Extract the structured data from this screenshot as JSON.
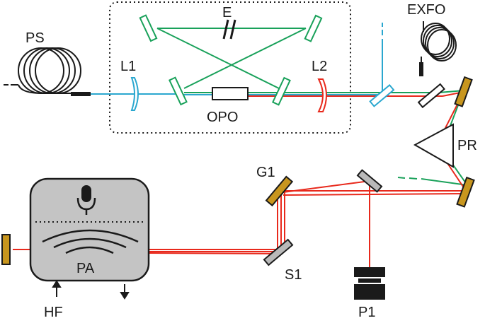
{
  "labels": {
    "ps": "PS",
    "l1": "L1",
    "l2": "L2",
    "e": "E",
    "opo": "OPO",
    "exfo": "EXFO",
    "pr": "PR",
    "g1": "G1",
    "s1": "S1",
    "pa": "PA",
    "hf": "HF",
    "p1": "P1"
  },
  "colors": {
    "pump_beam": "#2aa7cf",
    "signal_beam": "#19a15a",
    "idler_beam": "#e8291c",
    "mirror_gold": "#c8961e",
    "mirror_grey": "#b9b9b9",
    "cell_grey": "#c4c4c4",
    "ink": "#1a1a1a"
  }
}
